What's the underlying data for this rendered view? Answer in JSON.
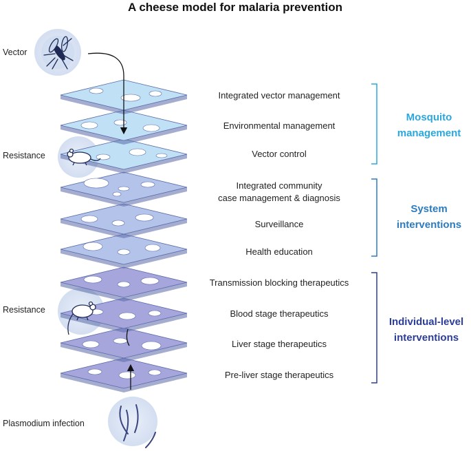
{
  "title": "A cheese model for malaria prevention",
  "side_labels": {
    "vector": "Vector",
    "resistance_top": "Resistance",
    "resistance_bottom": "Resistance",
    "plasmodium": "Plasmodium infection"
  },
  "layers": [
    {
      "label_lines": [
        "Integrated vector management"
      ],
      "group": "mosquito"
    },
    {
      "label_lines": [
        "Environmental management"
      ],
      "group": "mosquito"
    },
    {
      "label_lines": [
        "Vector control"
      ],
      "group": "mosquito"
    },
    {
      "label_lines": [
        "Integrated community",
        "case management & diagnosis"
      ],
      "group": "system"
    },
    {
      "label_lines": [
        "Surveillance"
      ],
      "group": "system"
    },
    {
      "label_lines": [
        "Health education"
      ],
      "group": "system"
    },
    {
      "label_lines": [
        "Transmission blocking therapeutics"
      ],
      "group": "individual"
    },
    {
      "label_lines": [
        "Blood stage therapeutics"
      ],
      "group": "individual"
    },
    {
      "label_lines": [
        "Liver stage therapeutics"
      ],
      "group": "individual"
    },
    {
      "label_lines": [
        "Pre-liver stage therapeutics"
      ],
      "group": "individual"
    }
  ],
  "groups": {
    "mosquito": {
      "label_lines": [
        "Mosquito",
        "management"
      ],
      "color": "#2aa7dd"
    },
    "system": {
      "label_lines": [
        "System",
        "interventions"
      ],
      "color": "#2b7bbf"
    },
    "individual": {
      "label_lines": [
        "Individual-level",
        "interventions"
      ],
      "color": "#2c3d99"
    }
  },
  "colors": {
    "mosquito_slice": "#bfe0f5",
    "system_slice": "#b3c3ea",
    "individual_slice": "#a6a6dd",
    "slice_outline": "#5a6aa8",
    "circle": "#dbe5f4"
  },
  "icons": [
    "mosquito-icon",
    "mouse-icon",
    "parasite-icon"
  ]
}
